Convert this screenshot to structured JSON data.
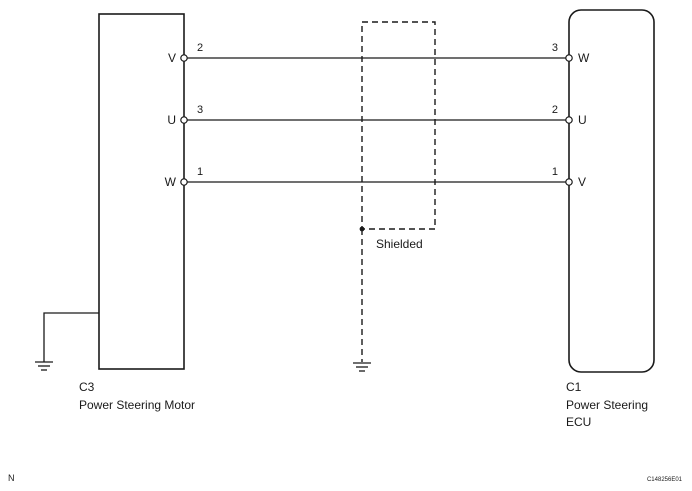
{
  "motor": {
    "connector": "C3",
    "name": "Power Steering Motor",
    "terminals": [
      {
        "label": "V",
        "pin": "2"
      },
      {
        "label": "U",
        "pin": "3"
      },
      {
        "label": "W",
        "pin": "1"
      }
    ]
  },
  "ecu": {
    "connector": "C1",
    "name_line1": "Power Steering",
    "name_line2": "ECU",
    "terminals": [
      {
        "label": "W",
        "pin": "3"
      },
      {
        "label": "U",
        "pin": "2"
      },
      {
        "label": "V",
        "pin": "1"
      }
    ]
  },
  "shield": {
    "label": "Shielded"
  },
  "footer": {
    "left_mark": "N",
    "figure_code": "C148256E01"
  }
}
